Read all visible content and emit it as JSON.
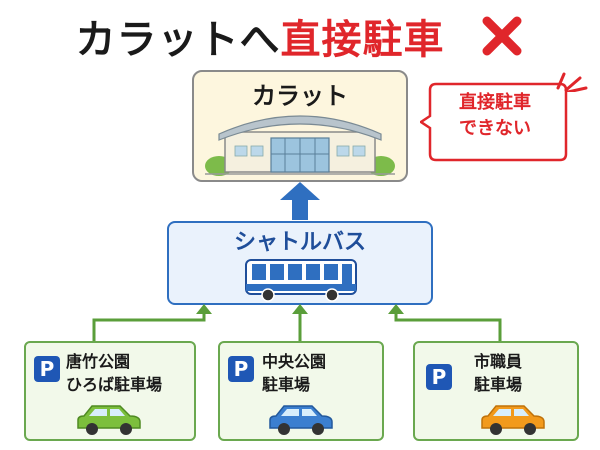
{
  "title": {
    "part1": "カラットへ",
    "part2": "直接駐車"
  },
  "icons": {
    "title_mark": "cross-mark-icon",
    "building": "building-icon",
    "bus": "bus-icon",
    "car": "car-icon",
    "parking": "parking-icon"
  },
  "colors": {
    "accent_red": "#e0262b",
    "shuttle_blue": "#2f6fc0",
    "arrow_green": "#5a9e3a",
    "car_green": "#7cbf3c",
    "car_blue": "#3b7fd0",
    "car_orange": "#f29a1c"
  },
  "destination": {
    "label": "カラット"
  },
  "notice": {
    "line1": "直接駐車",
    "line2": "できない"
  },
  "shuttle": {
    "label": "シャトルバス"
  },
  "lots": [
    {
      "badge": "P",
      "line1": "唐竹公園",
      "line2": "ひろば駐車場"
    },
    {
      "badge": "P",
      "line1": "中央公園",
      "line2": "駐車場"
    },
    {
      "badge": "P",
      "line1": "市職員",
      "line2": "駐車場"
    }
  ]
}
